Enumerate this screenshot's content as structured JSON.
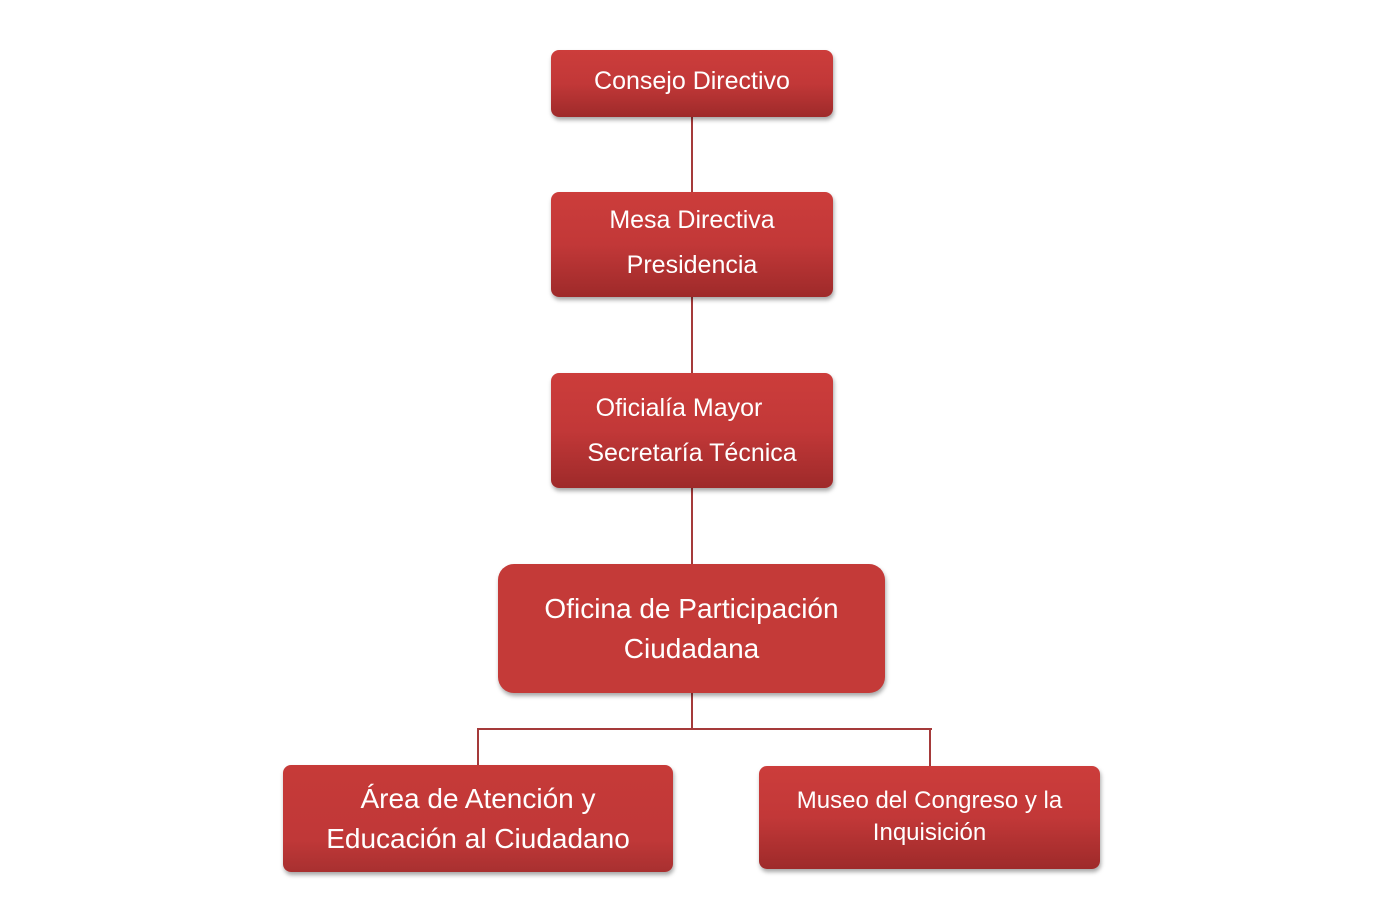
{
  "nodes": {
    "consejo": {
      "lines": [
        "Consejo Directivo"
      ]
    },
    "mesa": {
      "lines": [
        "Mesa Directiva",
        "Presidencia"
      ]
    },
    "oficialia": {
      "lines": [
        "Oficialía Mayor",
        "Secretaría Técnica"
      ]
    },
    "oficina": {
      "lines": [
        "Oficina de Participación",
        "Ciudadana"
      ]
    },
    "area": {
      "lines": [
        "Área de Atención y",
        "Educación al Ciudadano"
      ]
    },
    "museo": {
      "lines": [
        "Museo del Congreso y la",
        "Inquisición"
      ]
    }
  },
  "colors": {
    "box": "#c43a38",
    "connector": "#a53a3a",
    "text": "#ffffff"
  }
}
